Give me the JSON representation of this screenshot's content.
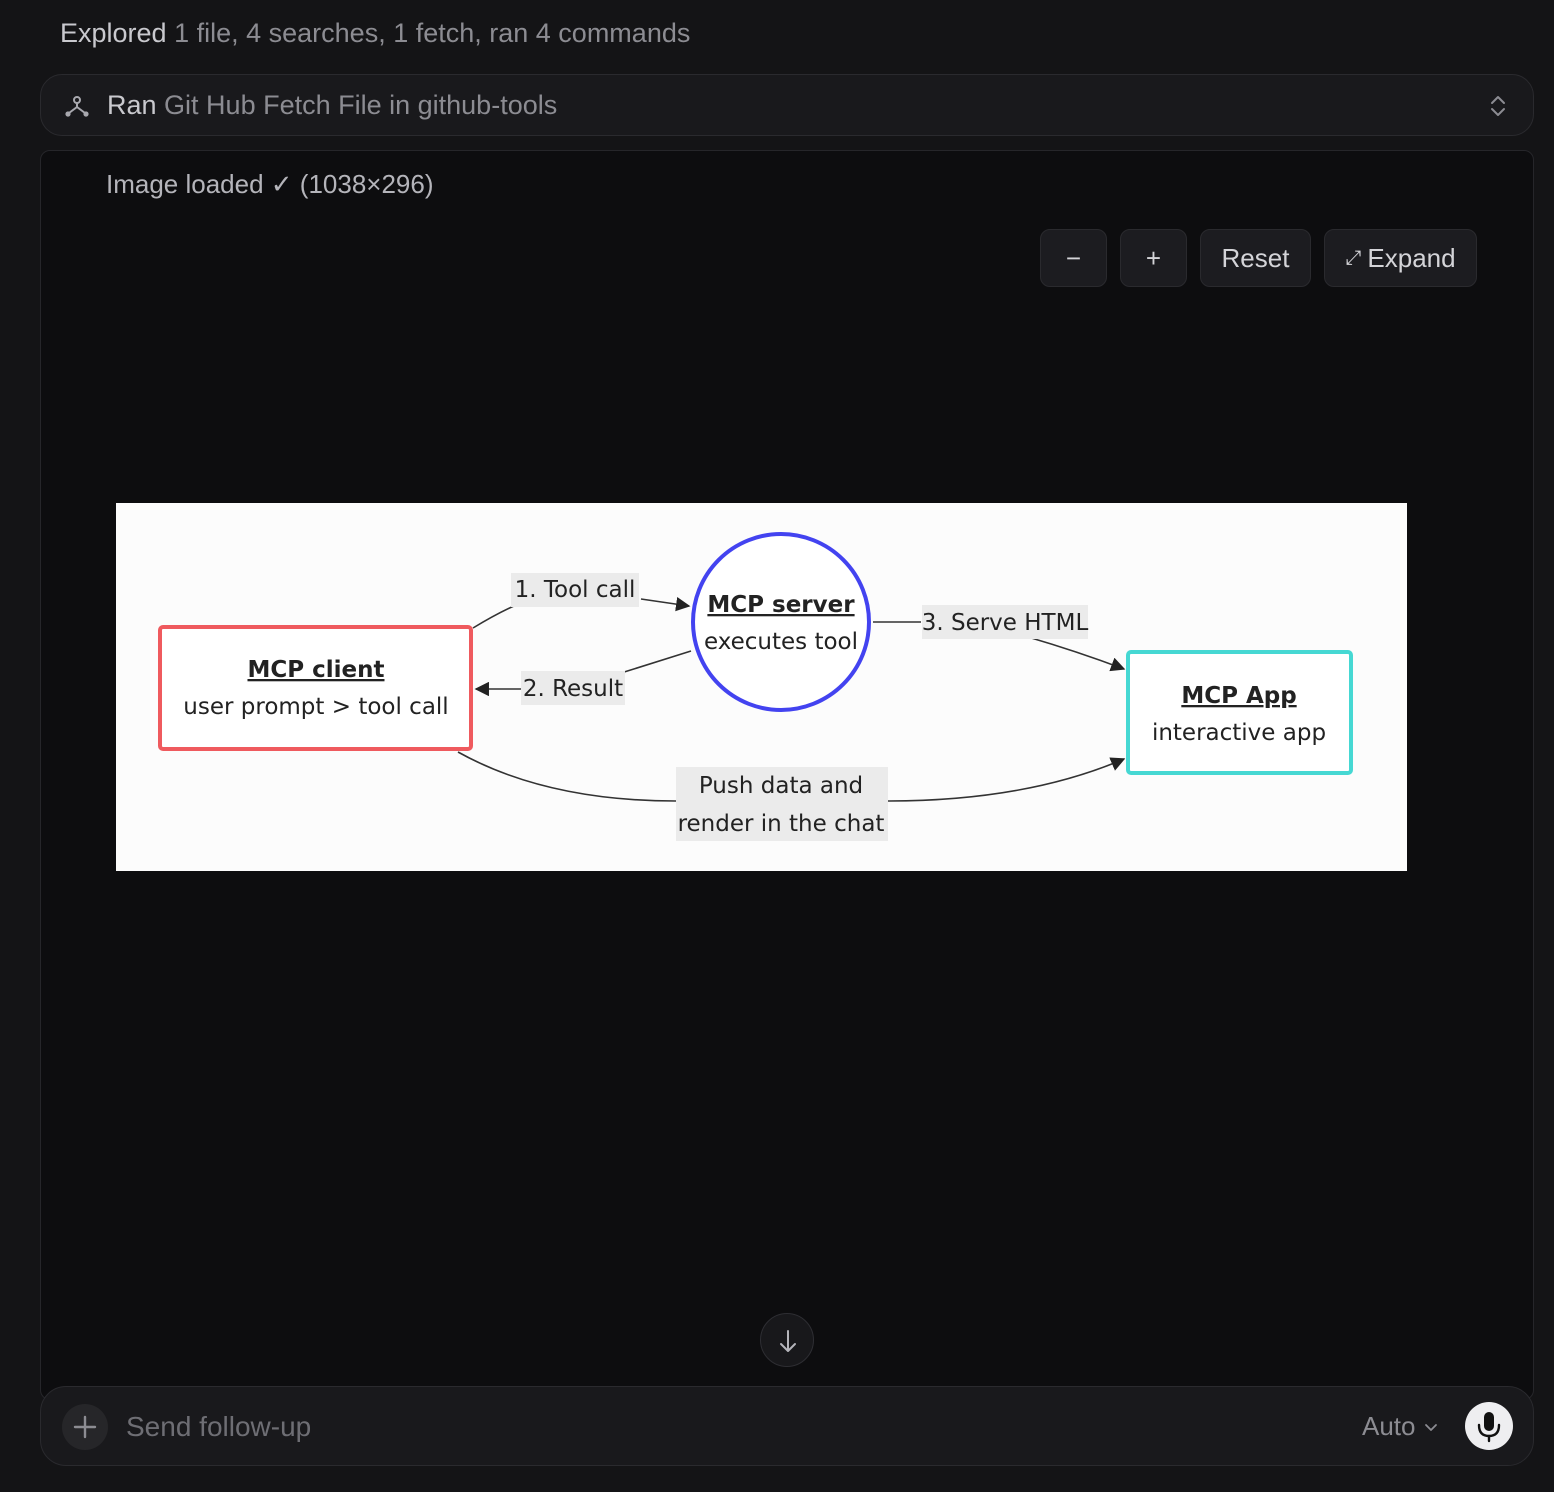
{
  "header": {
    "explored_label": "Explored",
    "explored_detail": "1 file, 4 searches, 1 fetch, ran 4 commands"
  },
  "tool_call": {
    "verb": "Ran",
    "detail": "Git Hub Fetch File in github-tools",
    "icon": "hub-icon"
  },
  "viewer": {
    "status": "Image loaded ✓ (1038×296)",
    "zoom_out_label": "−",
    "zoom_in_label": "+",
    "reset_label": "Reset",
    "expand_icon": "⤢",
    "expand_label": "Expand"
  },
  "diagram": {
    "nodes": [
      {
        "title": "MCP client",
        "subtitle": "user prompt > tool call",
        "color": "#ef5a5e"
      },
      {
        "title": "MCP server",
        "subtitle": "executes tool",
        "color": "#4343f0"
      },
      {
        "title": "MCP App",
        "subtitle": "interactive app",
        "color": "#46d8d3"
      }
    ],
    "edges": [
      {
        "label": "1. Tool call"
      },
      {
        "label": "2. Result"
      },
      {
        "label": "3. Serve HTML"
      },
      {
        "label_line1": "Push data and",
        "label_line2": "render in the chat"
      }
    ]
  },
  "composer": {
    "placeholder": "Send follow-up",
    "mode_label": "Auto"
  },
  "colors": {
    "background": "#141416",
    "panel": "#0d0d0f",
    "muted_text": "#8c8c92"
  }
}
